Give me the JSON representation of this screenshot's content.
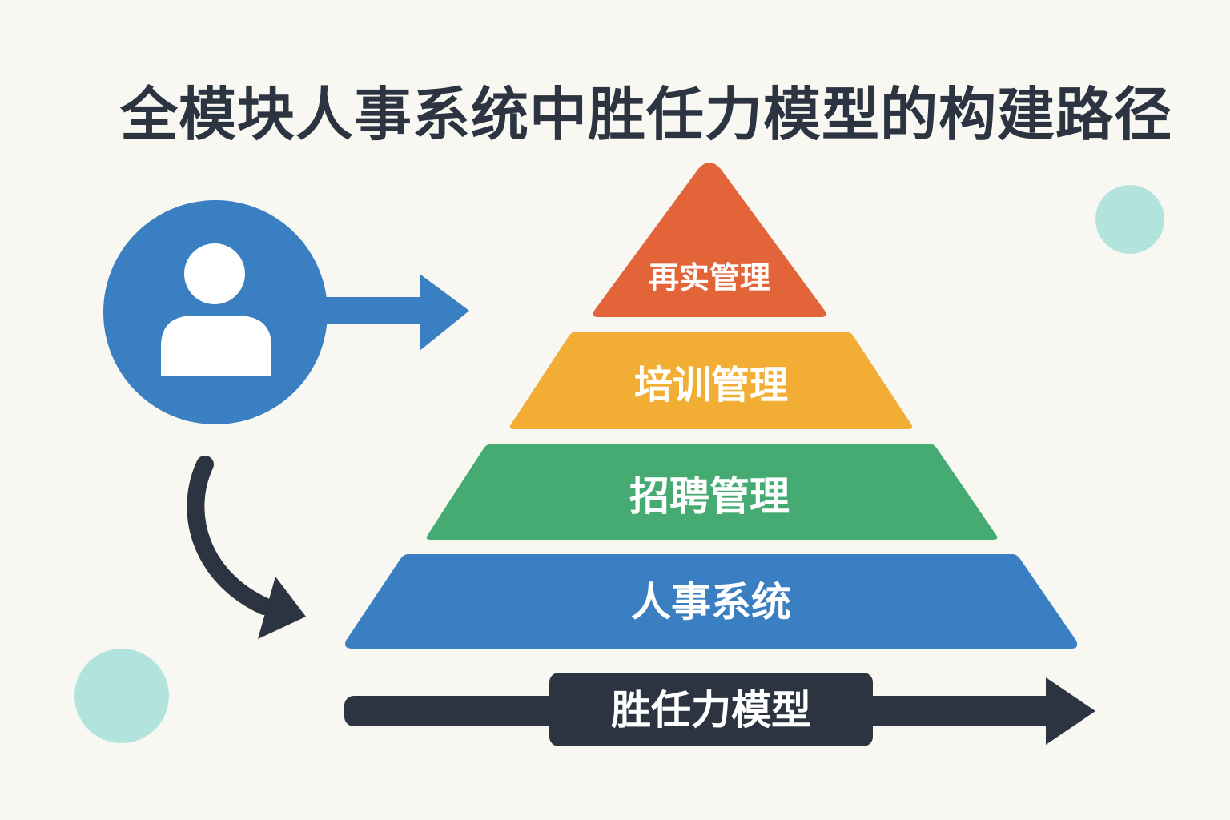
{
  "title": "全模块人事系统中胜任力模型的构建路径",
  "pyramid": {
    "tiers": [
      {
        "label": "再实管理",
        "color": "#e4643a"
      },
      {
        "label": "培训管理",
        "color": "#f1ad34"
      },
      {
        "label": "招聘管理",
        "color": "#45ab73"
      },
      {
        "label": "人事系统",
        "color": "#3a7fc1"
      }
    ]
  },
  "bottom_bar": {
    "label": "胜任力模型",
    "color": "#2b3440"
  },
  "colors": {
    "user_circle": "#3a7fc1",
    "arrow_dark": "#2b3440",
    "accent_dot": "#b3e3dd",
    "background": "#f8f7f2"
  },
  "icons": {
    "user": "user-icon",
    "right_arrow": "arrow-right-icon",
    "curved_arrow": "curved-arrow-icon"
  }
}
